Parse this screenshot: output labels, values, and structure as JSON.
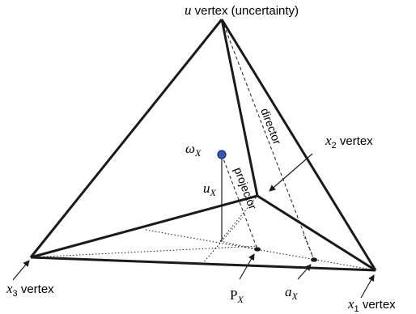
{
  "labels": {
    "u_vertex": {
      "var": "u",
      "suffix": " vertex  (uncertainty)"
    },
    "x2_vertex": {
      "var": "x",
      "sub": "2",
      "suffix": " vertex"
    },
    "x3_vertex": {
      "var": "x",
      "sub": "3",
      "suffix": " vertex"
    },
    "x1_vertex": {
      "var": "x",
      "sub": "1",
      "suffix": " vertex"
    },
    "omega": {
      "var": "ω",
      "sub": "X"
    },
    "u_x": {
      "var": "u",
      "sub": "X"
    },
    "p_x": {
      "var": "P",
      "sub": "X"
    },
    "a_x": {
      "var": "a",
      "sub": "X"
    },
    "director": "director",
    "projector": "projector"
  },
  "colors": {
    "line": "#1a1a1a",
    "omega_point_fill": "#3a54b4",
    "omega_point_stroke": "#1a2a66"
  }
}
